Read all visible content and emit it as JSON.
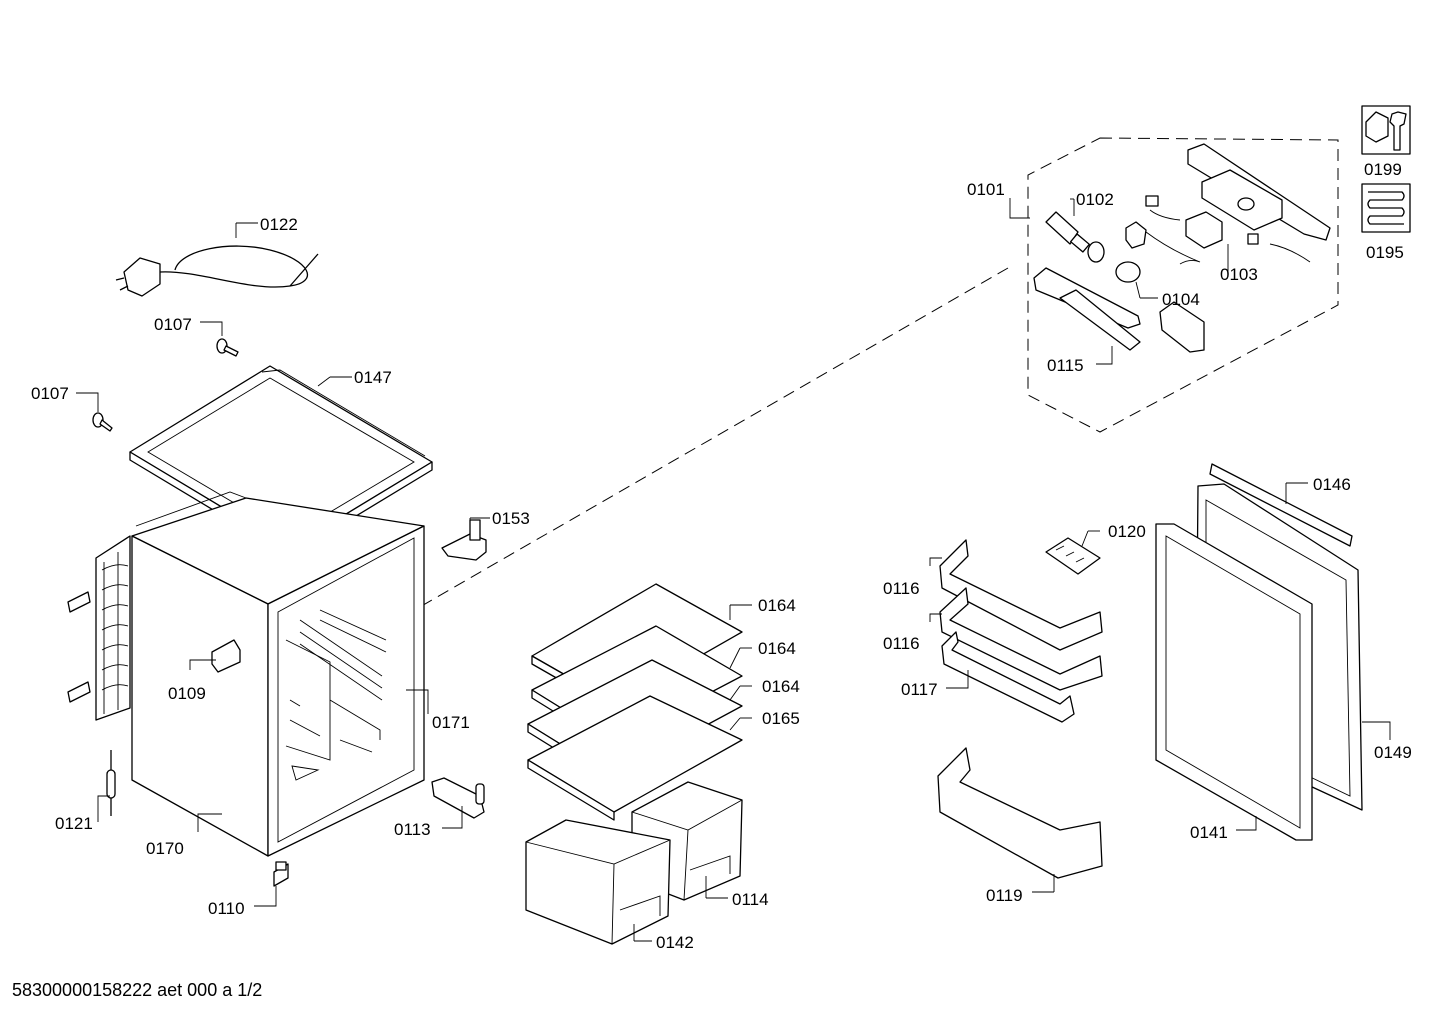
{
  "labels": {
    "l0101": "0101",
    "l0102": "0102",
    "l0103": "0103",
    "l0104": "0104",
    "l0107a": "0107",
    "l0107b": "0107",
    "l0109": "0109",
    "l0110": "0110",
    "l0113": "0113",
    "l0114": "0114",
    "l0115": "0115",
    "l0116a": "0116",
    "l0116b": "0116",
    "l0117": "0117",
    "l0119": "0119",
    "l0120": "0120",
    "l0121": "0121",
    "l0122": "0122",
    "l0141": "0141",
    "l0142": "0142",
    "l0146": "0146",
    "l0147": "0147",
    "l0149": "0149",
    "l0153": "0153",
    "l0164a": "0164",
    "l0164b": "0164",
    "l0164c": "0164",
    "l0165": "0165",
    "l0170": "0170",
    "l0171": "0171",
    "l0195": "0195",
    "l0199": "0199"
  },
  "footer": "58300000158222 aet 000 a 1/2",
  "icons": [
    "tools-icon",
    "coil-icon"
  ]
}
